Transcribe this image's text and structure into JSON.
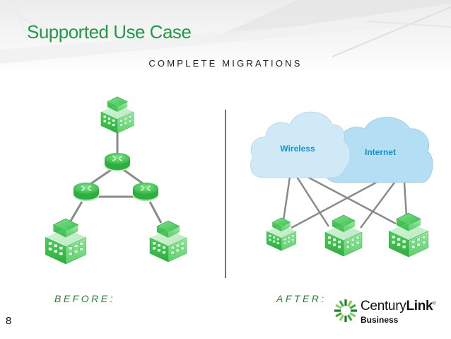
{
  "slide": {
    "title": "Supported Use Case",
    "subtitle": "COMPLETE MIGRATIONS",
    "page_number": "8"
  },
  "before": {
    "label": "BEFORE:",
    "nodes": [
      {
        "id": "hq-building",
        "type": "building-icon"
      },
      {
        "id": "router-top",
        "type": "router-icon"
      },
      {
        "id": "router-left",
        "type": "router-icon"
      },
      {
        "id": "router-right",
        "type": "router-icon"
      },
      {
        "id": "building-left",
        "type": "building-icon"
      },
      {
        "id": "building-right",
        "type": "building-icon"
      }
    ],
    "links": [
      [
        "hq-building",
        "router-top"
      ],
      [
        "router-top",
        "router-left"
      ],
      [
        "router-top",
        "router-right"
      ],
      [
        "router-left",
        "router-right"
      ],
      [
        "router-left",
        "building-left"
      ],
      [
        "router-right",
        "building-right"
      ]
    ]
  },
  "after": {
    "label": "AFTER:",
    "clouds": [
      {
        "id": "wireless",
        "label": "Wireless",
        "color": "#cfe9f7"
      },
      {
        "id": "internet",
        "label": "Internet",
        "color": "#b3def3"
      }
    ],
    "nodes": [
      {
        "id": "site-small",
        "type": "building-icon"
      },
      {
        "id": "site-tall",
        "type": "building-icon"
      },
      {
        "id": "site-large",
        "type": "building-icon"
      }
    ],
    "links": [
      [
        "wireless",
        "site-small"
      ],
      [
        "wireless",
        "site-tall"
      ],
      [
        "wireless",
        "site-large"
      ],
      [
        "internet",
        "site-small"
      ],
      [
        "internet",
        "site-tall"
      ],
      [
        "internet",
        "site-large"
      ]
    ]
  },
  "logo": {
    "name_regular": "Century",
    "name_bold": "Link",
    "registered": "®",
    "sub": "Business"
  },
  "colors": {
    "title_green": "#1e9a4a",
    "label_green": "#2e7d3c",
    "icon_green": "#3cc14f",
    "link_gray": "#8a8a8a",
    "divider": "#444444",
    "cloud_text": "#1a8fd0"
  }
}
